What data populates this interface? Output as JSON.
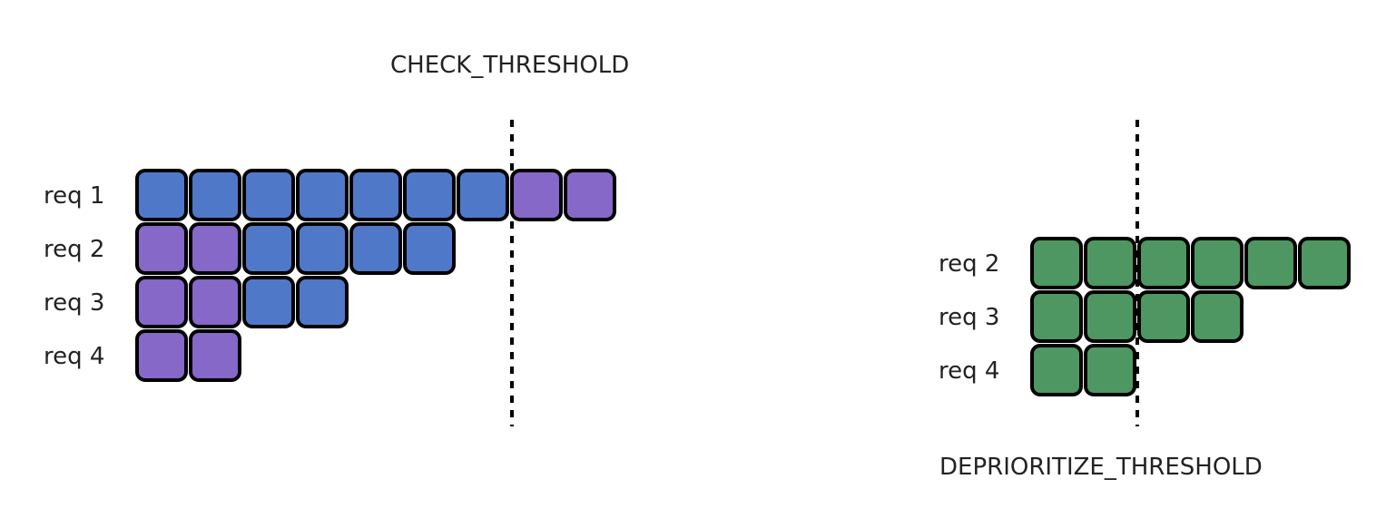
{
  "colors": {
    "blue": "#4f79c8",
    "purple": "#8568c8",
    "green": "#4e9762"
  },
  "left_panel": {
    "threshold_label": "CHECK_THRESHOLD",
    "rows": [
      {
        "label": "req 1",
        "blocks": [
          "blue",
          "blue",
          "blue",
          "blue",
          "blue",
          "blue",
          "blue",
          "purple",
          "purple"
        ]
      },
      {
        "label": "req 2",
        "blocks": [
          "purple",
          "purple",
          "blue",
          "blue",
          "blue",
          "blue"
        ]
      },
      {
        "label": "req 3",
        "blocks": [
          "purple",
          "purple",
          "blue",
          "blue"
        ]
      },
      {
        "label": "req 4",
        "blocks": [
          "purple",
          "purple"
        ]
      }
    ]
  },
  "right_panel": {
    "threshold_label": "DEPRIORITIZE_THRESHOLD",
    "rows": [
      {
        "label": "req 2",
        "blocks": [
          "green",
          "green",
          "green",
          "green",
          "green",
          "green"
        ]
      },
      {
        "label": "req 3",
        "blocks": [
          "green",
          "green",
          "green",
          "green"
        ]
      },
      {
        "label": "req 4",
        "blocks": [
          "green",
          "green"
        ]
      }
    ]
  }
}
